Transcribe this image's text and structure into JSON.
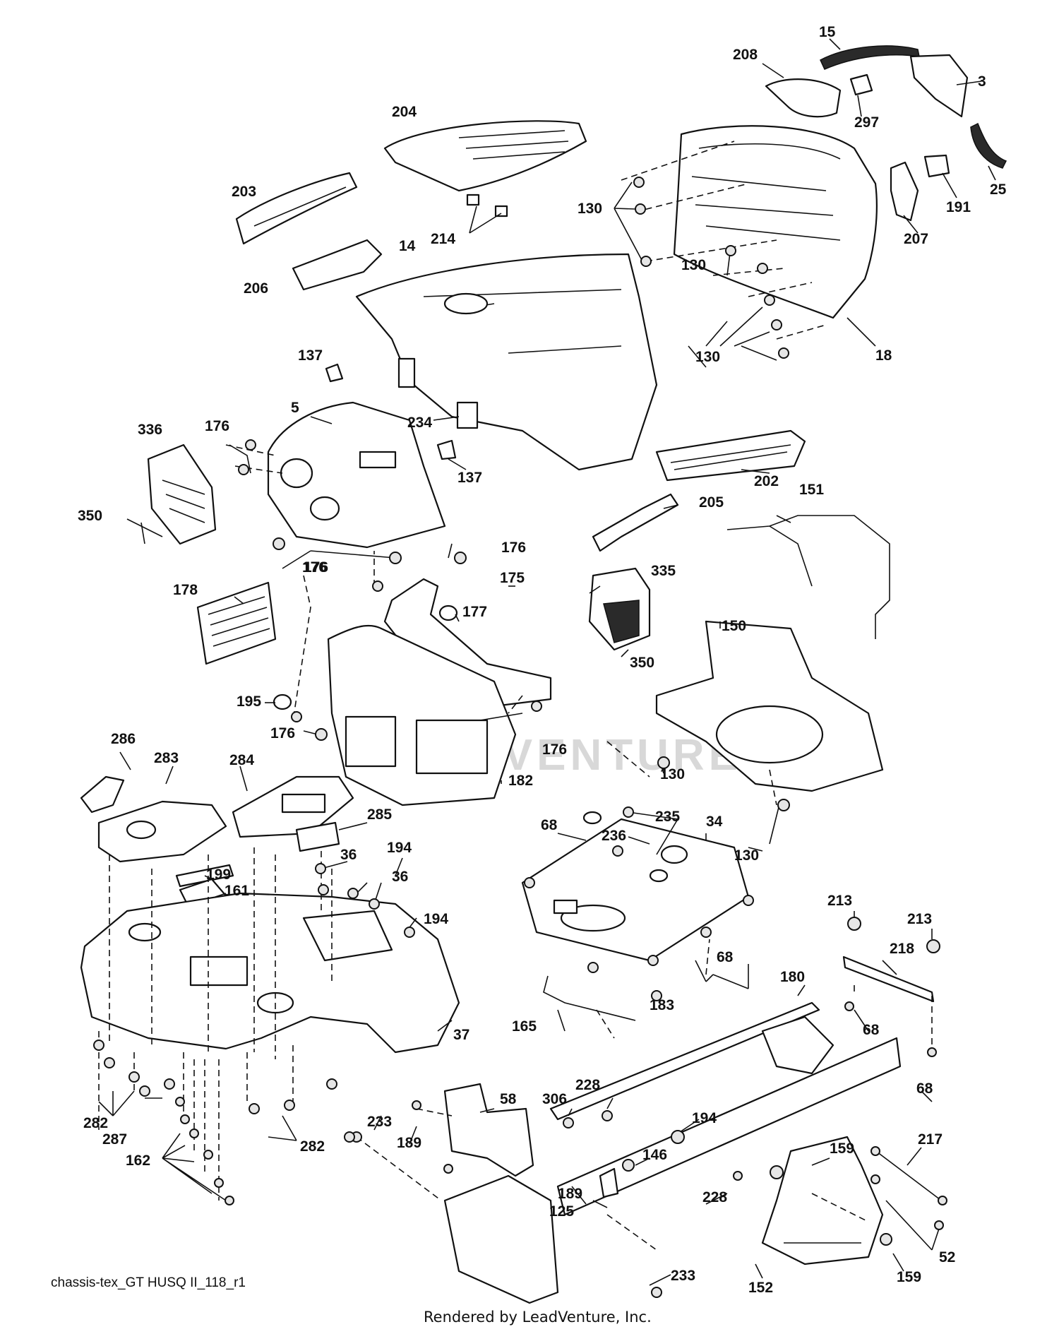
{
  "diagram": {
    "caption": "chassis-tex_GT HUSQ II_118_r1",
    "credit": "Rendered by LeadVenture, Inc.",
    "watermark": "LEADVENTURE",
    "callouts": [
      "15",
      "208",
      "3",
      "204",
      "297",
      "25",
      "130",
      "191",
      "203",
      "214",
      "207",
      "14",
      "130",
      "206",
      "18",
      "130",
      "137",
      "5",
      "234",
      "336",
      "176",
      "137",
      "202",
      "350",
      "176",
      "151",
      "205",
      "176",
      "176",
      "178",
      "175",
      "335",
      "177",
      "150",
      "350",
      "195",
      "176",
      "176",
      "182",
      "130",
      "286",
      "283",
      "284",
      "285",
      "235",
      "68",
      "34",
      "236",
      "36",
      "194",
      "130",
      "199",
      "36",
      "161",
      "194",
      "213",
      "213",
      "68",
      "218",
      "183",
      "180",
      "37",
      "165",
      "68",
      "228",
      "58",
      "306",
      "194",
      "68",
      "282",
      "233",
      "189",
      "146",
      "287",
      "162",
      "282",
      "159",
      "217",
      "189",
      "228",
      "125",
      "52",
      "233",
      "152",
      "159"
    ]
  }
}
